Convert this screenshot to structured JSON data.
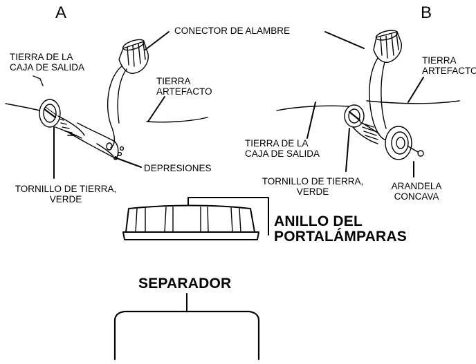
{
  "panel_a": {
    "letter": "A",
    "label_box_ground": [
      "TIERRA DE LA",
      "CAJA DE SALIDA"
    ],
    "label_fixture_ground": [
      "TIERRA",
      "ARTEFACTO"
    ],
    "label_dimples": "DEPRESIONES",
    "label_screw": [
      "TORNILLO DE TIERRA,",
      "VERDE"
    ]
  },
  "wire_connector_label": "CONECTOR DE ALAMBRE",
  "panel_b": {
    "letter": "B",
    "label_fixture_ground": [
      "TIERRA",
      "ARTEFACTO"
    ],
    "label_box_ground": [
      "TIERRA DE LA",
      "CAJA DE SALIDA"
    ],
    "label_screw": [
      "TORNILLO DE TIERRA,",
      "VERDE"
    ],
    "label_washer": [
      "ARANDELA",
      "CONCAVA"
    ]
  },
  "socket_ring_label": [
    "ANILLO DEL",
    "PORTALÁMPARAS"
  ],
  "spacer_label": "SEPARADOR",
  "colors": {
    "ink": "#000000",
    "paper": "#ffffff"
  }
}
